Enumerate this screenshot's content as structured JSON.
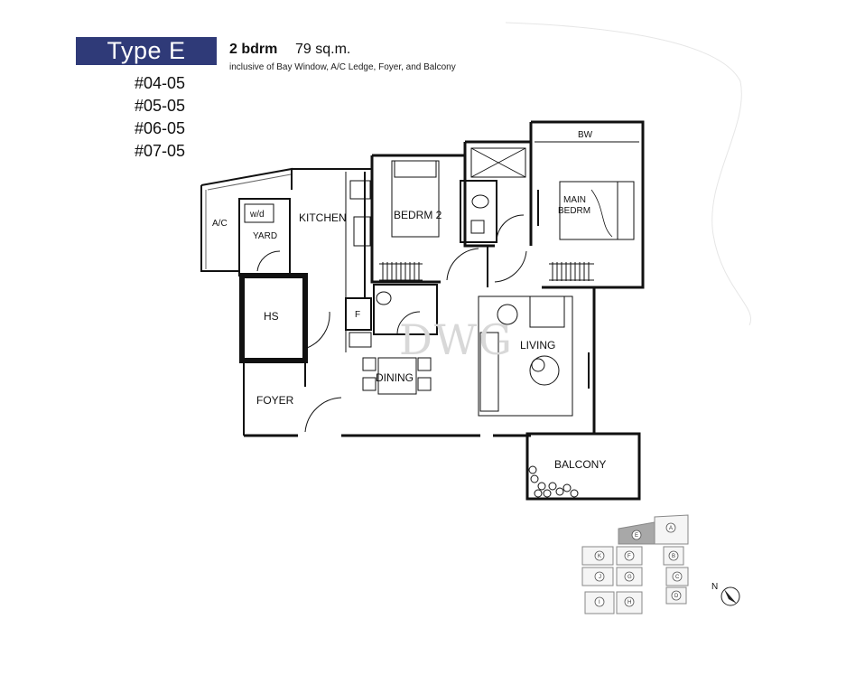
{
  "header": {
    "type_label": "Type  E",
    "bedrooms": "2 bdrm",
    "area": "79 sq.m.",
    "inclusive_note": "inclusive of Bay Window, A/C Ledge, Foyer, and Balcony"
  },
  "units": [
    "#04-05",
    "#05-05",
    "#06-05",
    "#07-05"
  ],
  "rooms": {
    "bw": "BW",
    "main_bedroom_line1": "MAIN",
    "main_bedroom_line2": "BEDRM",
    "bedroom2": "BEDRM 2",
    "kitchen": "KITCHEN",
    "ac": "A/C",
    "wd": "w/d",
    "yard": "YARD",
    "hs": "HS",
    "fridge": "F",
    "dining": "DINING",
    "living": "LIVING",
    "foyer": "FOYER",
    "balcony": "BALCONY"
  },
  "watermark": "DWG",
  "key_plan": {
    "blocks": [
      "A",
      "B",
      "C",
      "D",
      "E",
      "F",
      "G",
      "H",
      "I",
      "J",
      "K"
    ],
    "highlighted": "E",
    "north": "N"
  },
  "colors": {
    "badge": "#2f3a78",
    "wall": "#111111",
    "highlight": "#a8a8a8"
  }
}
